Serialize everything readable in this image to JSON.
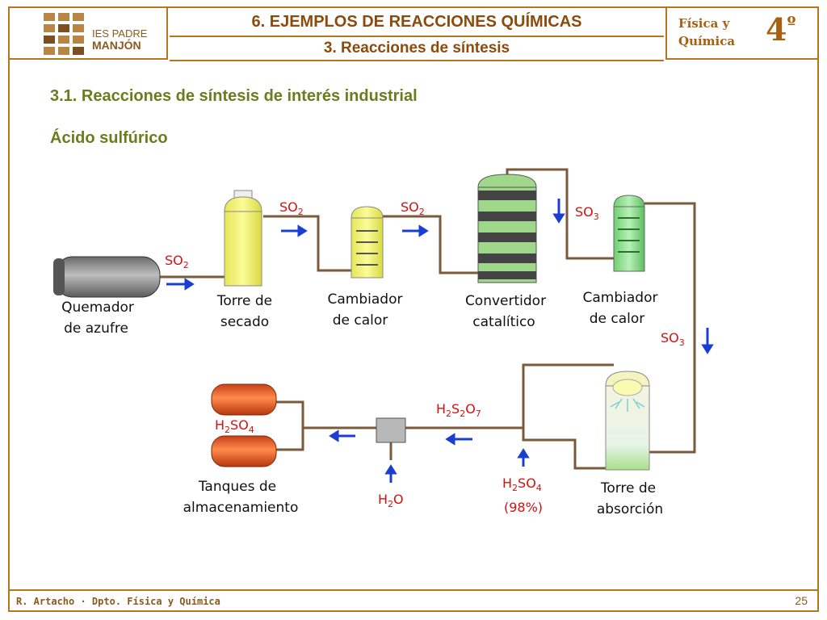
{
  "header": {
    "logo_line1": "IES PADRE",
    "logo_line2": "MANJÓN",
    "title": "6. EJEMPLOS DE REACCIONES QUÍMICAS",
    "subtitle": "3. Reacciones de síntesis",
    "subject_line1": "Física y",
    "subject_line2": "Química",
    "course": "4",
    "course_sup": "º"
  },
  "content": {
    "heading": "3.1. Reacciones de síntesis de interés industrial",
    "subheading": "Ácido sulfúrico"
  },
  "diagram": {
    "labels": {
      "quemador_1": "Quemador",
      "quemador_2": "de azufre",
      "torre_secado_1": "Torre de",
      "torre_secado_2": "secado",
      "cambiador1_1": "Cambiador",
      "cambiador1_2": "de calor",
      "convertidor_1": "Convertidor",
      "convertidor_2": "catalítico",
      "cambiador2_1": "Cambiador",
      "cambiador2_2": "de calor",
      "torre_abs_1": "Torre de",
      "torre_abs_2": "absorción",
      "tanques_1": "Tanques de",
      "tanques_2": "almacenamiento"
    },
    "chem": {
      "so_base": "SO",
      "so2_sub": "2",
      "so3_sub": "3",
      "h": "H",
      "h2_sub": "2",
      "s": "S",
      "s2_sub": "2",
      "so": "SO",
      "so4_sub": "4",
      "o": "O",
      "o7_sub": "7",
      "h2o_o": "O",
      "percent": "(98%)"
    }
  },
  "footer": {
    "author": "R. Artacho · Dpto. Física y Química",
    "page": "25"
  },
  "colors": {
    "frame": "#b8751f",
    "title": "#8a4b0c",
    "heading": "#6b7c1e",
    "chem": "#d41010",
    "arrow": "#1a3fd0",
    "pipe": "#7a5a3a"
  }
}
